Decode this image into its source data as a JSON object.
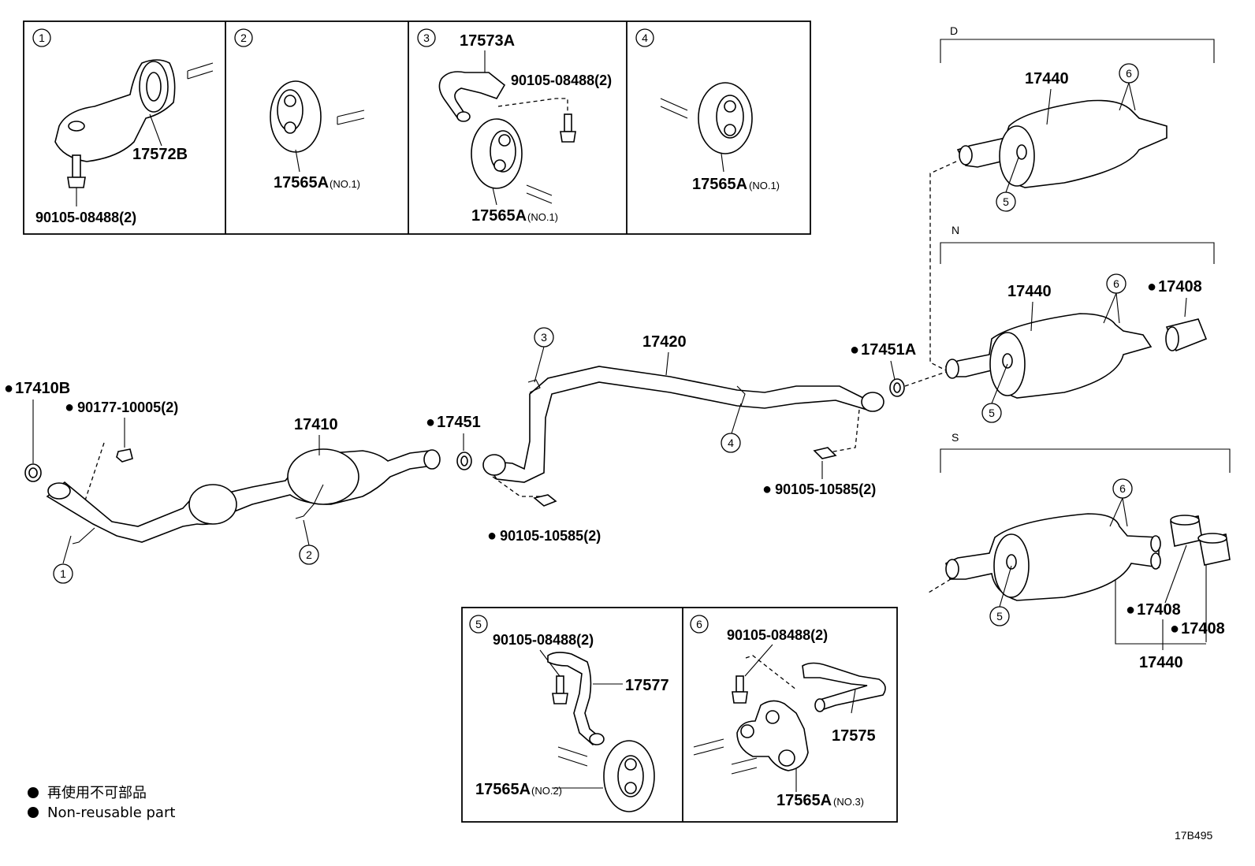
{
  "callouts": {
    "c1": "1",
    "c2": "2",
    "c3": "3",
    "c4": "4",
    "c5": "5",
    "c6": "6"
  },
  "inset1": {
    "num": "1",
    "part_hanger": "17572B",
    "bolt": "90105-08488(2)"
  },
  "inset2": {
    "num": "2",
    "part": "17565A",
    "note": "(NO.1)"
  },
  "inset3": {
    "num": "3",
    "part_bracket": "17573A",
    "bolt": "90105-08488(2)",
    "part": "17565A",
    "note": "(NO.1)"
  },
  "inset4": {
    "num": "4",
    "part": "17565A",
    "note": "(NO.1)"
  },
  "inset5": {
    "num": "5",
    "bolt": "90105-08488(2)",
    "part_bracket": "17577",
    "part": "17565A",
    "note": "(NO.2)"
  },
  "inset6": {
    "num": "6",
    "bolt": "90105-08488(2)",
    "part_bracket": "17575",
    "part": "17565A",
    "note": "(NO.3)"
  },
  "main": {
    "p17410B": "17410B",
    "p90177": "90177-10005(2)",
    "p17410": "17410",
    "p17451": "17451",
    "p17420": "17420",
    "p17451A": "17451A",
    "bolt_left": "90105-10585(2)",
    "bolt_right": "90105-10585(2)"
  },
  "variants": {
    "D": {
      "label": "D",
      "muffler": "17440"
    },
    "N": {
      "label": "N",
      "muffler": "17440",
      "tip": "17408"
    },
    "S": {
      "label": "S",
      "tip_a": "17408",
      "tip_b": "17408",
      "assy": "17440"
    }
  },
  "legend": {
    "line_ja": "再使用不可部品",
    "line_en": "Non-reusable part"
  },
  "figure_id": "17B495"
}
